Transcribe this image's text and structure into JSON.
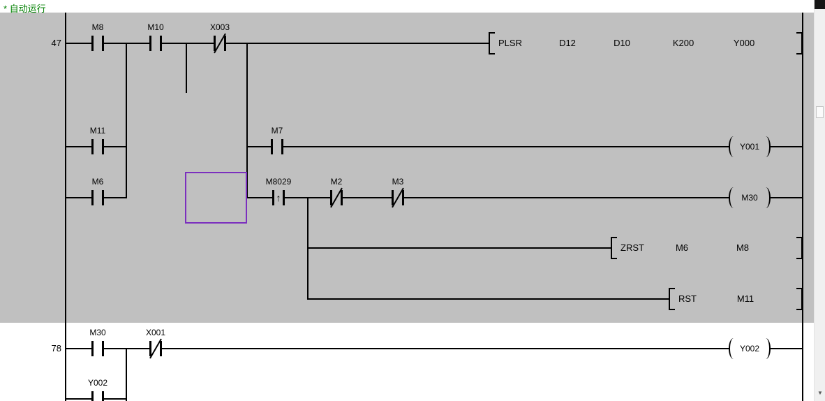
{
  "comment": {
    "text": "* 自动运行"
  },
  "colors": {
    "comment_green": "#008000",
    "selected_block_bg": "#c0c0c0",
    "cursor_purple": "#7b2fbe",
    "wire": "#000000"
  },
  "rung47": {
    "number": "47",
    "contact_m8": "M8",
    "contact_m10": "M10",
    "contact_x003": "X003",
    "contact_m11": "M11",
    "contact_m6": "M6",
    "contact_m7": "M7",
    "contact_m8029": "M8029",
    "pulse_symbol": "↑",
    "contact_m2": "M2",
    "contact_m3": "M3",
    "coil_y001": "Y001",
    "coil_m30": "M30",
    "plsr": {
      "op": "PLSR",
      "a1": "D12",
      "a2": "D10",
      "a3": "K200",
      "a4": "Y000"
    },
    "zrst": {
      "op": "ZRST",
      "a1": "M6",
      "a2": "M8"
    },
    "rst": {
      "op": "RST",
      "a1": "M11"
    }
  },
  "rung78": {
    "number": "78",
    "contact_m30": "M30",
    "contact_x001": "X001",
    "branch_contact_y002": "Y002",
    "coil_y002": "Y002"
  },
  "scrollbar": {
    "down_arrow": "▼"
  }
}
